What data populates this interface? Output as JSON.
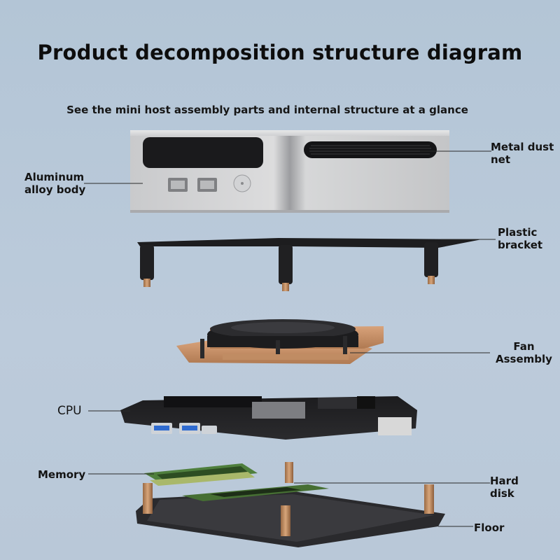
{
  "title": "Product decomposition structure diagram",
  "subtitle": "See the mini host assembly parts and internal structure at a glance",
  "labels": {
    "aluminum_body": "Aluminum\nalloy body",
    "metal_dust_net": "Metal dust\nnet",
    "plastic_bracket": "Plastic\nbracket",
    "fan_assembly": "Fan\nAssembly",
    "cpu": "CPU",
    "memory": "Memory",
    "hard_disk": "Hard\ndisk",
    "floor": "Floor"
  }
}
